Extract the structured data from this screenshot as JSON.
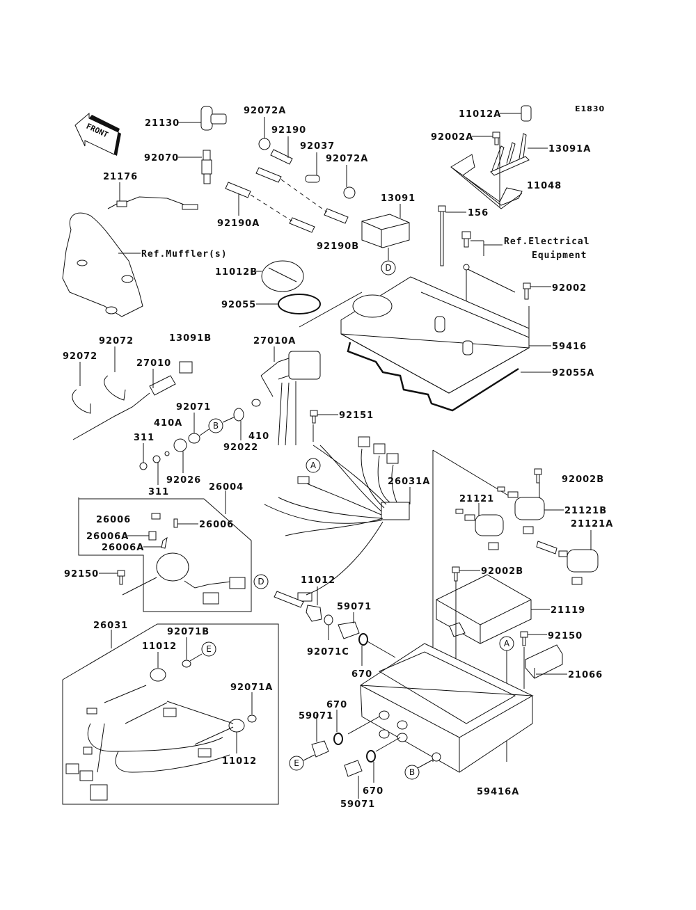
{
  "diagram": {
    "code": "E1830",
    "front_label": "FRONT",
    "references": {
      "muffler": "Ref.Muffler(s)",
      "electrical_line1": "Ref.Electrical",
      "electrical_line2": "Equipment"
    },
    "callouts": {
      "A": "A",
      "B": "B",
      "D": "D",
      "E": "E"
    },
    "parts": {
      "p21130": "21130",
      "p92072A_1": "92072A",
      "p92190": "92190",
      "p92037": "92037",
      "p92072A_2": "92072A",
      "p11012A": "11012A",
      "p92002A": "92002A",
      "p13091A": "13091A",
      "p11048": "11048",
      "p21176": "21176",
      "p92070": "92070",
      "p92190A": "92190A",
      "p13091": "13091",
      "p92190B": "92190B",
      "p156": "156",
      "p11012B": "11012B",
      "p92055": "92055",
      "p92002": "92002",
      "p59416": "59416",
      "p92055A": "92055A",
      "p92072_1": "92072",
      "p92072_2": "92072",
      "p13091B": "13091B",
      "p27010": "27010",
      "p27010A": "27010A",
      "p92071": "92071",
      "p410A": "410A",
      "p311_1": "311",
      "p311_2": "311",
      "p92026": "92026",
      "p92022": "92022",
      "p410": "410",
      "p92151": "92151",
      "p26031A": "26031A",
      "p26004": "26004",
      "p26006_1": "26006",
      "p26006_2": "26006",
      "p26006A_1": "26006A",
      "p26006A_2": "26006A",
      "p92150_1": "92150",
      "p92002B_1": "92002B",
      "p21121": "21121",
      "p21121B": "21121B",
      "p21121A": "21121A",
      "p11012_1": "11012",
      "p59071_1": "59071",
      "p92071C": "92071C",
      "p670_1": "670",
      "p92002B_2": "92002B",
      "p21119": "21119",
      "p92150_2": "92150",
      "p21066": "21066",
      "p26031": "26031",
      "p92071B": "92071B",
      "p11012_2": "11012",
      "p92071A": "92071A",
      "p11012_3": "11012",
      "p670_2": "670",
      "p59071_2": "59071",
      "p670_3": "670",
      "p59071_3": "59071",
      "p59416A": "59416A"
    }
  }
}
